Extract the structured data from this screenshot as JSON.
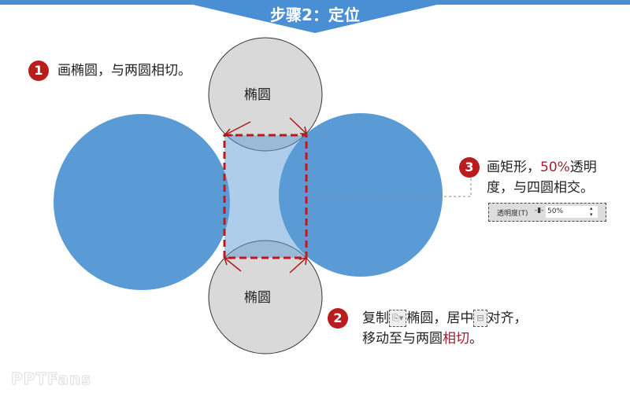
{
  "header": {
    "title": "步骤2：定位",
    "color": "#4a8fd4"
  },
  "shapes": {
    "top_label": "椭圆",
    "bottom_label": "椭圆",
    "blue": "#5b9bd5",
    "gray": "#d9d9d9"
  },
  "steps": [
    {
      "num": "1",
      "text": "画椭圆，与两圆相切。"
    },
    {
      "num": "2",
      "line1_a": "复制",
      "line1_b": "椭圆，居中",
      "line1_c": "对齐，",
      "line2_a": "移动至与两圆",
      "line2_b": "相切",
      "line2_c": "。"
    },
    {
      "num": "3",
      "line1_a": "画矩形，",
      "line1_b": "50%",
      "line1_c": "透明",
      "line2": "度，与四圆相交。"
    }
  ],
  "transparency_panel": {
    "label": "透明度(T)",
    "value": "50%"
  },
  "logo": "PPTFans"
}
